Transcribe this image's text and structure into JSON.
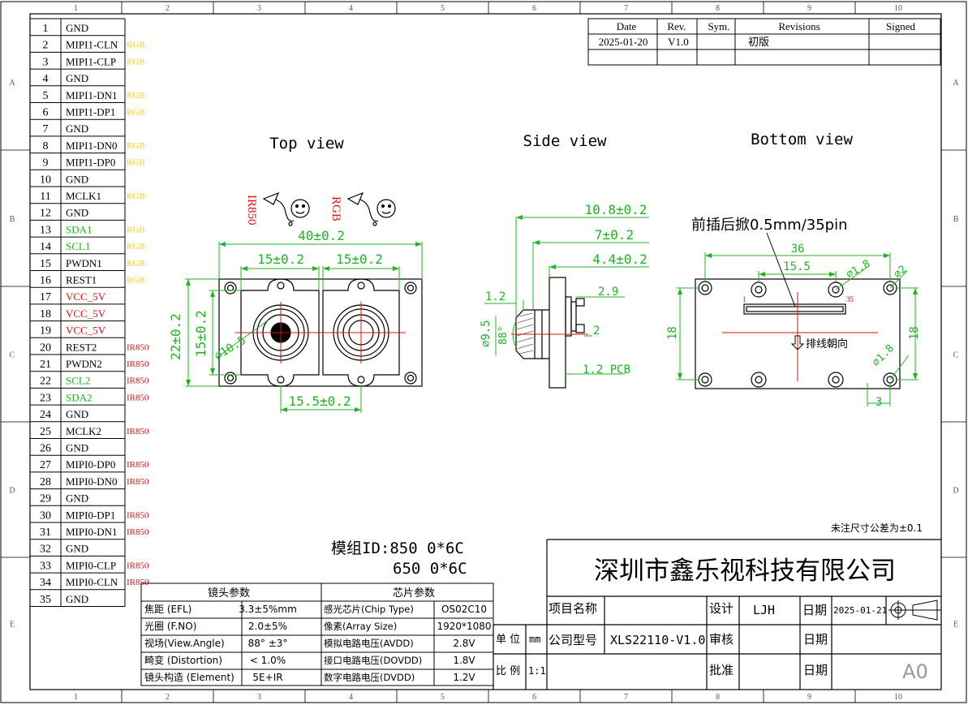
{
  "frame": {
    "col_labels": [
      "1",
      "2",
      "3",
      "4",
      "5",
      "6",
      "7",
      "8",
      "9",
      "10"
    ],
    "row_labels": [
      "A",
      "B",
      "C",
      "D",
      "E"
    ]
  },
  "pins": [
    {
      "num": "1",
      "name": "GND",
      "tag": "",
      "color": "#000000"
    },
    {
      "num": "2",
      "name": "MIPI1-CLN",
      "tag": "RGB",
      "color": "#000000"
    },
    {
      "num": "3",
      "name": "MIPI1-CLP",
      "tag": "RGB",
      "color": "#000000"
    },
    {
      "num": "4",
      "name": "GND",
      "tag": "",
      "color": "#000000"
    },
    {
      "num": "5",
      "name": "MIPI1-DN1",
      "tag": "RGB",
      "color": "#000000"
    },
    {
      "num": "6",
      "name": "MIPI1-DP1",
      "tag": "RGB",
      "color": "#000000"
    },
    {
      "num": "7",
      "name": "GND",
      "tag": "",
      "color": "#000000"
    },
    {
      "num": "8",
      "name": "MIPI1-DN0",
      "tag": "RGB",
      "color": "#000000"
    },
    {
      "num": "9",
      "name": "MIPI1-DP0",
      "tag": "RGB",
      "color": "#000000"
    },
    {
      "num": "10",
      "name": "GND",
      "tag": "",
      "color": "#000000"
    },
    {
      "num": "11",
      "name": "MCLK1",
      "tag": "RGB",
      "color": "#000000"
    },
    {
      "num": "12",
      "name": "GND",
      "tag": "",
      "color": "#000000"
    },
    {
      "num": "13",
      "name": "SDA1",
      "tag": "RGB",
      "color": "#21b321"
    },
    {
      "num": "14",
      "name": "SCL1",
      "tag": "RGB",
      "color": "#21b321"
    },
    {
      "num": "15",
      "name": "PWDN1",
      "tag": "RGB",
      "color": "#000000"
    },
    {
      "num": "16",
      "name": "REST1",
      "tag": "RGB",
      "color": "#000000"
    },
    {
      "num": "17",
      "name": "VCC_5V",
      "tag": "",
      "color": "#e01010"
    },
    {
      "num": "18",
      "name": "VCC_5V",
      "tag": "",
      "color": "#e01010"
    },
    {
      "num": "19",
      "name": "VCC_5V",
      "tag": "",
      "color": "#e01010"
    },
    {
      "num": "20",
      "name": "REST2",
      "tag": "IR850",
      "color": "#000000"
    },
    {
      "num": "21",
      "name": "PWDN2",
      "tag": "IR850",
      "color": "#000000"
    },
    {
      "num": "22",
      "name": "SCL2",
      "tag": "IR850",
      "color": "#21b321"
    },
    {
      "num": "23",
      "name": "SDA2",
      "tag": "IR850",
      "color": "#21b321"
    },
    {
      "num": "24",
      "name": "GND",
      "tag": "",
      "color": "#000000"
    },
    {
      "num": "25",
      "name": "MCLK2",
      "tag": "IR850",
      "color": "#000000"
    },
    {
      "num": "26",
      "name": "GND",
      "tag": "",
      "color": "#000000"
    },
    {
      "num": "27",
      "name": "MIPI0-DP0",
      "tag": "IR850",
      "color": "#000000"
    },
    {
      "num": "28",
      "name": "MIPI0-DN0",
      "tag": "IR850",
      "color": "#000000"
    },
    {
      "num": "29",
      "name": "GND",
      "tag": "",
      "color": "#000000"
    },
    {
      "num": "30",
      "name": "MIPI0-DP1",
      "tag": "IR850",
      "color": "#000000"
    },
    {
      "num": "31",
      "name": "MIPI0-DN1",
      "tag": "IR850",
      "color": "#000000"
    },
    {
      "num": "32",
      "name": "GND",
      "tag": "",
      "color": "#000000"
    },
    {
      "num": "33",
      "name": "MIPI0-CLP",
      "tag": "IR850",
      "color": "#000000"
    },
    {
      "num": "34",
      "name": "MIPI0-CLN",
      "tag": "IR850",
      "color": "#000000"
    },
    {
      "num": "35",
      "name": "GND",
      "tag": "",
      "color": "#000000"
    }
  ],
  "colors": {
    "rgb_tag": "#f2d21a",
    "ir_tag": "#e01010",
    "dim": "#21b321",
    "red": "#e01010"
  },
  "revisions": {
    "headers": {
      "date": "Date",
      "rev": "Rev.",
      "sym": "Sym.",
      "revisions": "Revisions",
      "signed": "Signed"
    },
    "row": {
      "date": "2025-01-20",
      "rev": "V1.0",
      "sym": "",
      "revisions": "初版",
      "signed": ""
    }
  },
  "views": {
    "top": "Top view",
    "side": "Side view",
    "bottom": "Bottom view"
  },
  "top_view": {
    "ir_label": "IR850",
    "rgb_label": "RGB",
    "dim_width": "40±0.2",
    "dim_left": "15±0.2",
    "dim_right": "15±0.2",
    "dim_height": "22±0.2",
    "dim_inner_height": "15±0.2",
    "dim_lens": "∅10.5",
    "dim_bottom": "15.5±0.2"
  },
  "side_view": {
    "dim_total": "10.8±0.2",
    "dim_mid": "7±0.2",
    "dim_small": "4.4±0.2",
    "dim_1_2": "1.2",
    "dim_2_9": "2.9",
    "dim_2": "2",
    "dim_dia": "∅9.5",
    "angle": "88°",
    "pcb": "1.2 PCB"
  },
  "bottom_view": {
    "connector": "前插后掀0.5mm/35pin",
    "dim_36": "36",
    "dim_15_5": "15.5",
    "dim_hole1": "∅1.8",
    "dim_hole2": "∅2",
    "dim_hole3": "∅1.8",
    "dim_18_left": "18",
    "dim_18_right": "18",
    "dim_3": "3",
    "pin1": "1",
    "pin35": "35",
    "cable_dir": "排线朝向"
  },
  "tolerance_note": "未注尺寸公差为±0.1",
  "module_id": {
    "line1": "模组ID:850  0*6C",
    "line2": "650  0*6C"
  },
  "lens_params": {
    "title": "镜头参数",
    "rows": [
      {
        "k": "焦距 (EFL)",
        "v": "3.3±5%mm"
      },
      {
        "k": "光圈 (F.NO)",
        "v": "2.0±5%"
      },
      {
        "k": "视场(View.Angle)",
        "v": "88° ±3°"
      },
      {
        "k": "畸变 (Distortion)",
        "v": "< 1.0%"
      },
      {
        "k": "镜头构造 (Element)",
        "v": "5E+IR"
      }
    ]
  },
  "chip_params": {
    "title": "芯片参数",
    "rows": [
      {
        "k": "感光芯片(Chip Type)",
        "v": "OS02C10"
      },
      {
        "k": "像素(Array Size)",
        "v": "1920*1080"
      },
      {
        "k": "模拟电路电压(AVDD)",
        "v": "2.8V"
      },
      {
        "k": "接口电路电压(DOVDD)",
        "v": "1.8V"
      },
      {
        "k": "数字电路电压(DVDD)",
        "v": "1.2V"
      }
    ]
  },
  "title_block": {
    "company": "深圳市鑫乐视科技有限公司",
    "unit_label": "单 位",
    "unit_value": "mm",
    "scale_label": "比 例",
    "scale_value": "1:1",
    "project_label": "项目名称",
    "project_value": "",
    "model_label": "公司型号",
    "model_value": "XLS22110-V1.0",
    "design_label": "设计",
    "design_value": "LJH",
    "review_label": "审核",
    "approve_label": "批准",
    "date_label": "日期",
    "date_value": "2025-01-21",
    "size": "A0"
  }
}
